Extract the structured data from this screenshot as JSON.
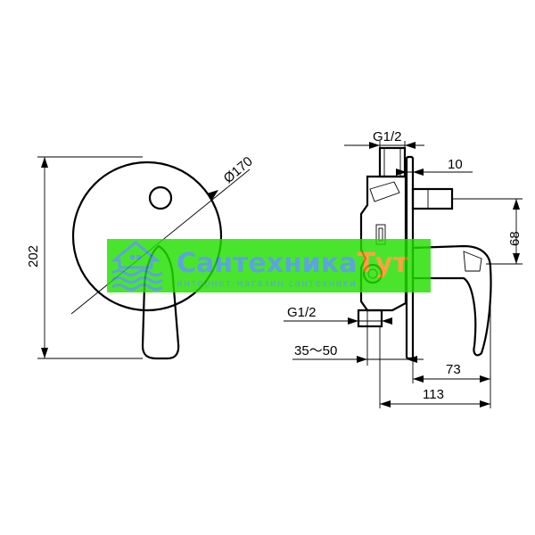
{
  "dimensions": {
    "height_total": "202",
    "diameter_plate": "Ø170",
    "thread_top": "G1/2",
    "offset_10": "10",
    "height_68": "68",
    "thread_bottom": "G1/2",
    "depth_range": "35～50",
    "depth_73": "73",
    "depth_113": "113"
  },
  "watermark": {
    "title": "Сантехника",
    "title_suffix": "Тут",
    "subtitle": "интернет-магазин сантехники",
    "colors": {
      "band": "#22e000",
      "title": "#3a8fd8",
      "title_suffix": "#ff8c1a",
      "logo": "#3a8fd8"
    }
  }
}
